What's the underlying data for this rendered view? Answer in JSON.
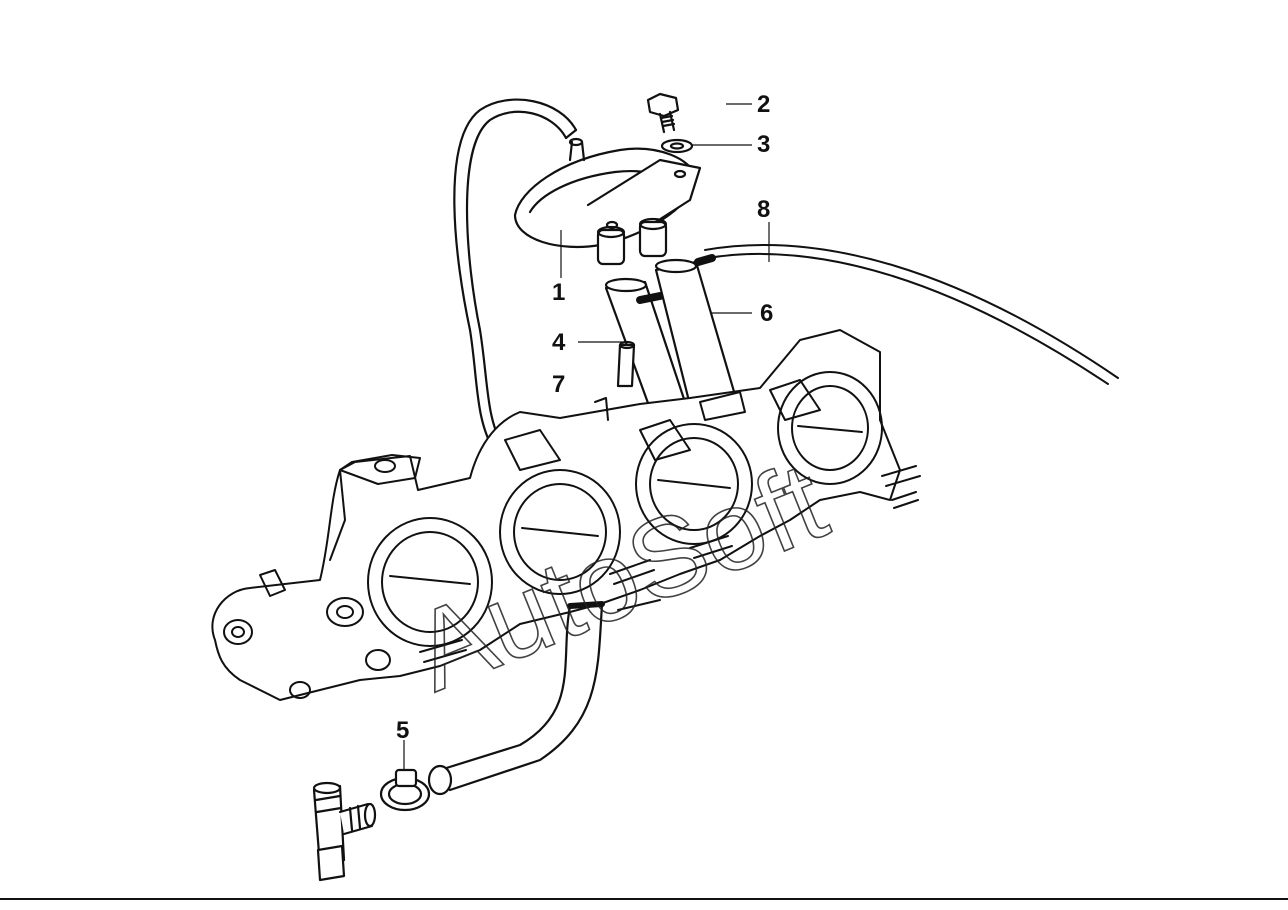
{
  "labels": {
    "p1": "1",
    "p2": "2",
    "p3": "3",
    "p4": "4",
    "p5": "5",
    "p6": "6",
    "p7": "7",
    "p8": "8"
  },
  "watermark": "AutoSoft",
  "colors": {
    "line": "#111111",
    "background": "#ffffff"
  }
}
